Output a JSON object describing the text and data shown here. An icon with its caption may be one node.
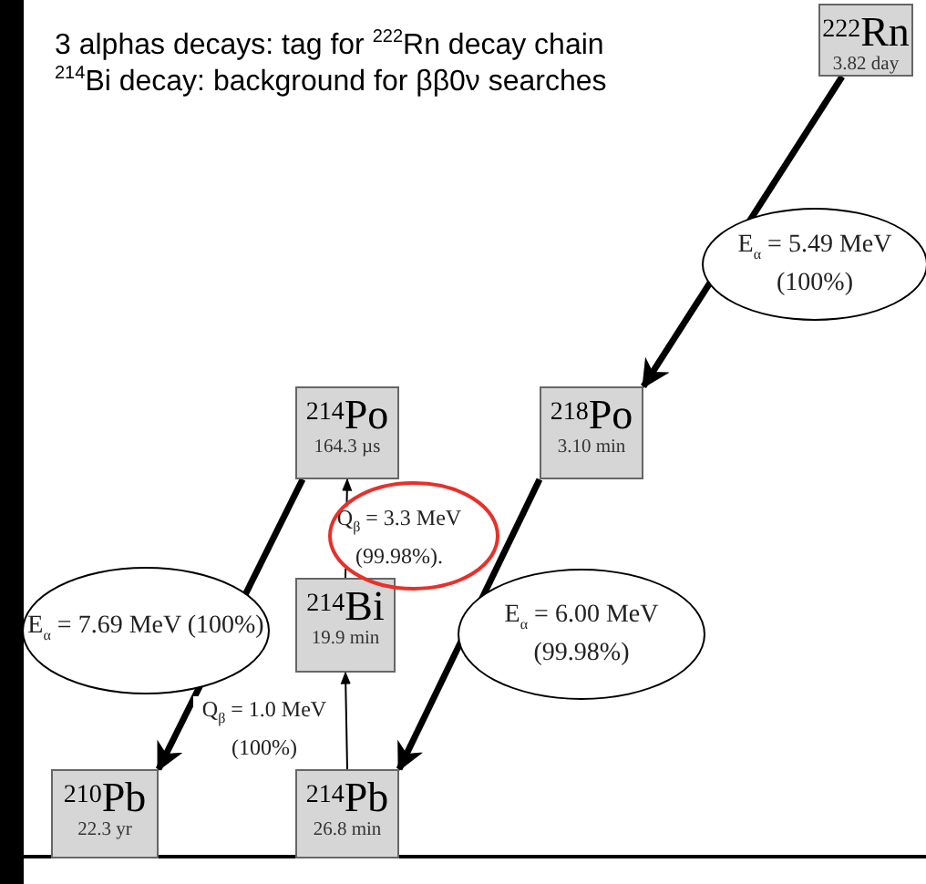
{
  "diagram": {
    "nodes": [
      {
        "text": [
          "$^{222}$Rn",
          "3.82 day"
        ]
      },
      {
        "text": [
          "$^{218}$Po",
          "3.10 min"
        ]
      },
      {
        "text": [
          "$^{214}$Po",
          "164.3 µs"
        ]
      },
      {
        "text": [
          "$^{214}$Bi",
          "19.9 min"
        ]
      },
      {
        "text": [
          "$^{210}$Pb",
          "22.3 yr"
        ]
      },
      {
        "text": [
          "$^{214}$Pb",
          "26.8 min"
        ]
      }
    ],
    "edges": [
      {
        "from": 0,
        "to": 1,
        "arrow": "to",
        "label": "E$_{α}$ = 5.49 MeV (100%)"
      },
      {
        "from": 1,
        "to": 5,
        "arrow": "to",
        "label": "E$_{α}$ = 6.00 MeV (99.98%)"
      },
      {
        "from": 5,
        "to": 3,
        "arrow": "to",
        "label": "Q$_{β}$ = 1.0 MeV (100%)"
      },
      {
        "from": 3,
        "to": 2,
        "arrow": "to",
        "label": "Q$_{β}$ = 3.3 MeV (99.98%)."
      },
      {
        "from": 2,
        "to": 4,
        "arrow": "to",
        "label": "E$_{α}$ = 7.69 MeV (100%)"
      }
    ],
    "labels": [
      "3 alphas decays: tag for $^{222}$Rn decay chain",
      "$^{214}$Bi decay: background for ββ0ν searches"
    ]
  }
}
